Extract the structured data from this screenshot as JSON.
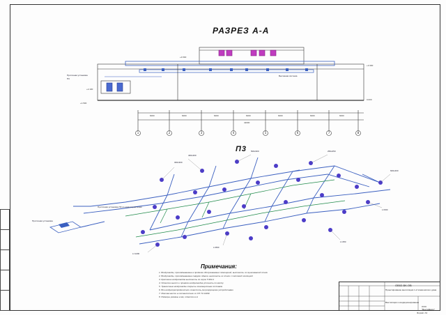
{
  "sheet": {
    "section_title": "РАЗРЕЗ А-А",
    "plan_title": "П3",
    "sheet_code": "ОВ02-ВК-ОВ",
    "description": "Проектирование вентиляции 1-2 этажа жилого дома",
    "description2": "Вентиляция и кондиционирование",
    "organization": "ООО \"ВентиДекор\"",
    "format": "Формат A3"
  },
  "section": {
    "total_dim": "42000",
    "spans": [
      "6000",
      "6000",
      "6000",
      "6000",
      "6000",
      "6000",
      "6000"
    ],
    "axes": [
      "1",
      "2",
      "3",
      "4",
      "5",
      "6",
      "7",
      "8"
    ],
    "elevations": [
      "+4.500",
      "+3.300",
      "+2.100",
      "0.000",
      "+1.500"
    ],
    "labels": [
      "Приточная установка",
      "П3",
      "Вытяжная система"
    ]
  },
  "plan": {
    "unit_label": "Приточная установка П3 со шумоглушителем",
    "duct_tags": [
      "300х300",
      "400х400",
      "500х300",
      "250х250",
      "600х400",
      "L=1200",
      "L=800",
      "L=450",
      "L=600"
    ]
  },
  "notes": {
    "title": "Примечания:",
    "items": [
      "1. Воздуховоды, прокладываемые в пределах обслуживаемых помещений, выполнить из оцинкованной стали",
      "2. Воздуховоды, прокладываемые снаружи здания, выполнить из стали с тепловой изоляцией",
      "3. Крепление воздуховодов выполнить по серии 5.904-1",
      "4. Отметки высот и привязки воздуховодов уточнить по месту",
      "5. Транзитные воздуховоды покрыть огнезащитным составом",
      "6. Все воздухораспределители оснастить регулирующими устройствами",
      "7. Монтаж вести в соответствии со СП 73.13330",
      "8. Размеры указаны в мм, отметки в м"
    ]
  }
}
